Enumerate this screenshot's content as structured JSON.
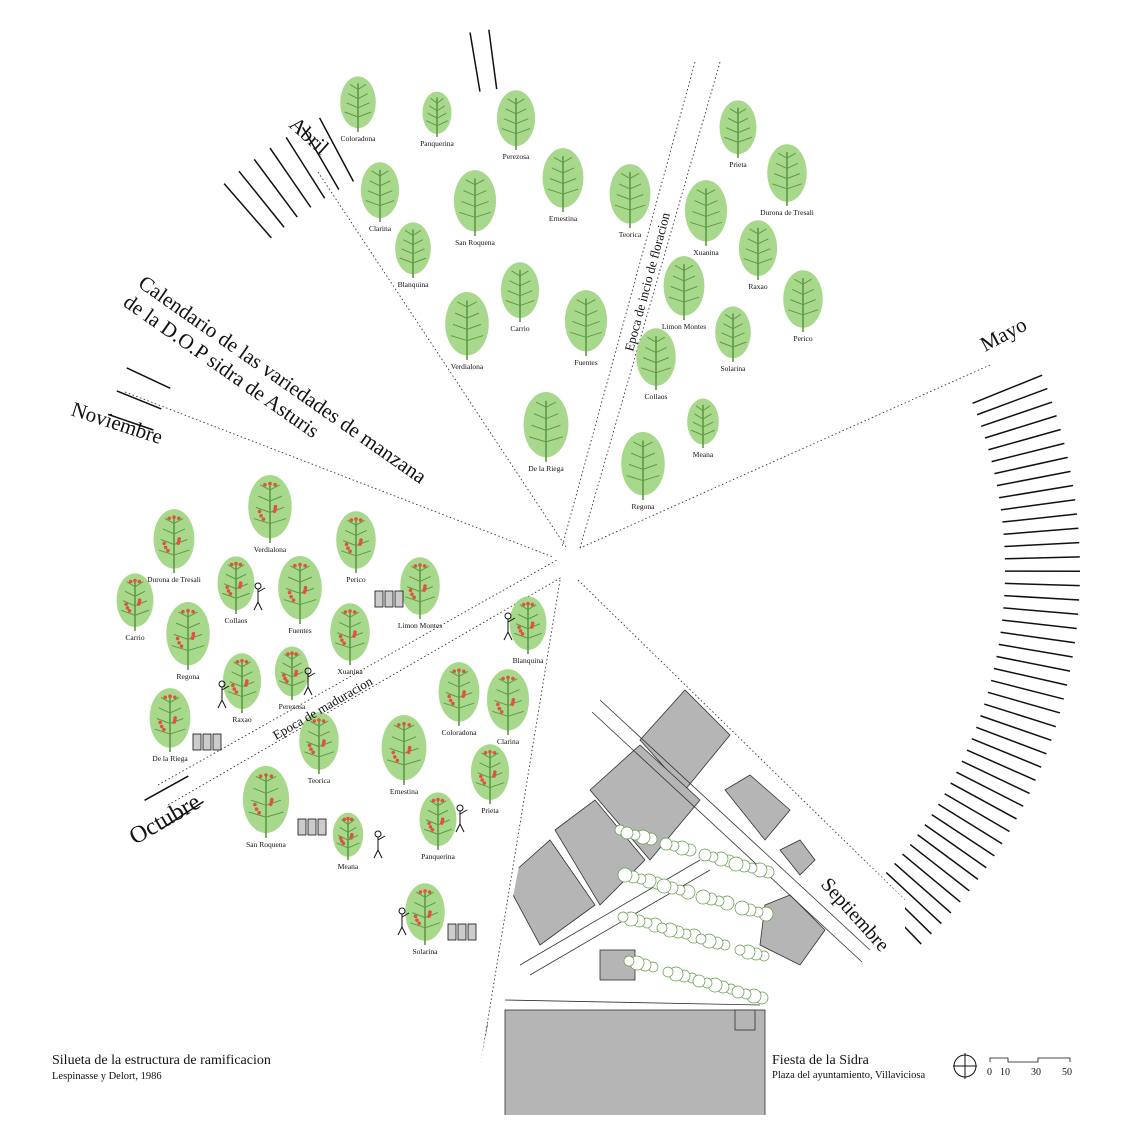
{
  "title_line1": "Calendario de las variedades de manzana",
  "title_line2": "de la D.O.P sidra de Asturis",
  "months": {
    "abril": "Abril",
    "mayo": "Mayo",
    "septiembre": "Septiembre",
    "octubre": "Octubre",
    "noviembre": "Noviembre"
  },
  "epochs": {
    "floracion": "Epoca de incio de floracion",
    "maduracion": "Epoca de maduracion"
  },
  "flowering_trees_early": [
    "Coloradona",
    "Panquerina",
    "Perezosa",
    "Clarina",
    "San Roquena",
    "Ernestina",
    "Teorica",
    "Blanquina",
    "Carrio",
    "Fuentes",
    "Verdialona",
    "De la Riega"
  ],
  "flowering_trees_late": [
    "Prieta",
    "Durona de Tresali",
    "Xuanina",
    "Raxao",
    "Limon Montes",
    "Perico",
    "Solarina",
    "Collaos",
    "Meana",
    "Regona"
  ],
  "ripening_trees_nov": [
    "Verdialona",
    "Durona de Tresali",
    "Perico",
    "Collaos",
    "Fuentes",
    "Limon Montes",
    "Carrio",
    "Regona",
    "Xuanina",
    "Raxao",
    "Perezosa",
    "De la Riega"
  ],
  "ripening_trees_oct": [
    "Blanquina",
    "Coloradona",
    "Clarina",
    "Teorica",
    "Ernestina",
    "Prieta",
    "San Roquena",
    "Meana",
    "Panquerina",
    "Solarina"
  ],
  "footer_left": {
    "line1": "Silueta de la estructura de ramificacion",
    "line2": "Lespinasse y Delort, 1986"
  },
  "footer_right": {
    "line1": "Fiesta de la Sidra",
    "line2": "Plaza del ayuntamiento, Villaviciosa"
  },
  "scale_labels": [
    "0",
    "10",
    "30",
    "50"
  ],
  "colors": {
    "leaf": "#9fd47f",
    "leaf_dark": "#5e9a45",
    "fruit": "#e0533e",
    "building": "#b5b5b5",
    "ink": "#111111"
  }
}
